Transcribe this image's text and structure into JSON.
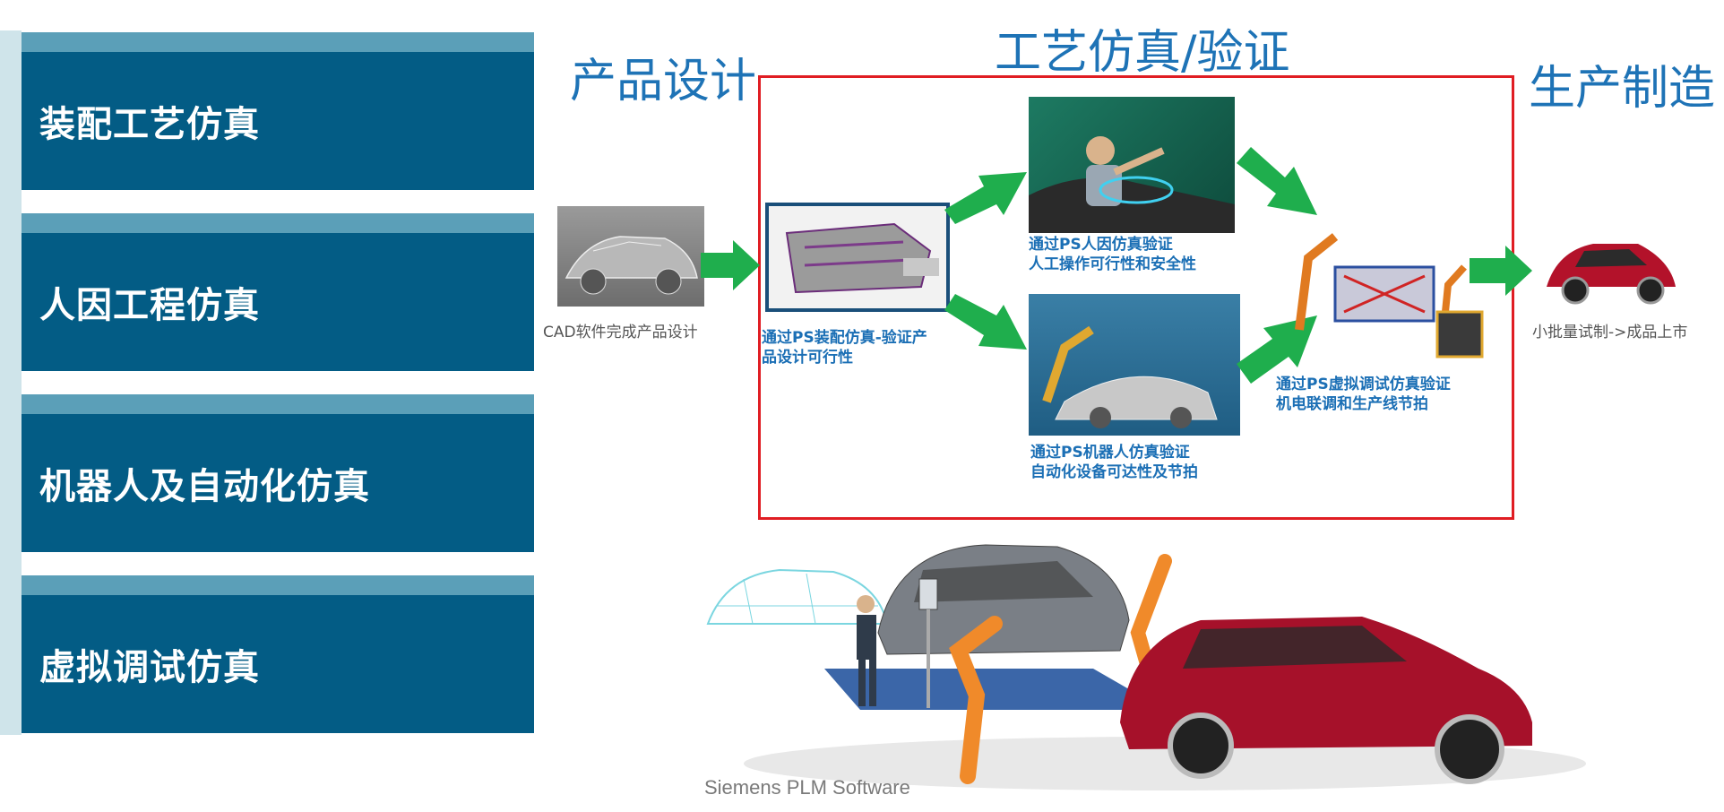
{
  "menu": {
    "items": [
      {
        "label": "装配工艺仿真"
      },
      {
        "label": "人因工程仿真"
      },
      {
        "label": "机器人及自动化仿真"
      },
      {
        "label": "虚拟调试仿真"
      }
    ]
  },
  "stages": {
    "design": "产品设计",
    "process": "工艺仿真/验证",
    "production": "生产制造"
  },
  "captions": {
    "cad": "CAD软件完成产品设计",
    "assembly_line1": "通过PS装配仿真-验证产",
    "assembly_line2": "品设计可行性",
    "ergonomics_line1": "通过PS人因仿真验证",
    "ergonomics_line2": "人工操作可行性和安全性",
    "robot_line1": "通过PS机器人仿真验证",
    "robot_line2": "自动化设备可达性及节拍",
    "commissioning_line1": "通过PS虚拟调试仿真验证",
    "commissioning_line2": "机电联调和生产线节拍",
    "launch": "小批量试制->成品上市"
  },
  "colors": {
    "menu_body": "#035c85",
    "menu_cap": "#5b9fb8",
    "stage_title": "#1e73b6",
    "frame": "#e01d23",
    "arrow": "#1fae4d"
  },
  "footer": "Siemens PLM Software"
}
